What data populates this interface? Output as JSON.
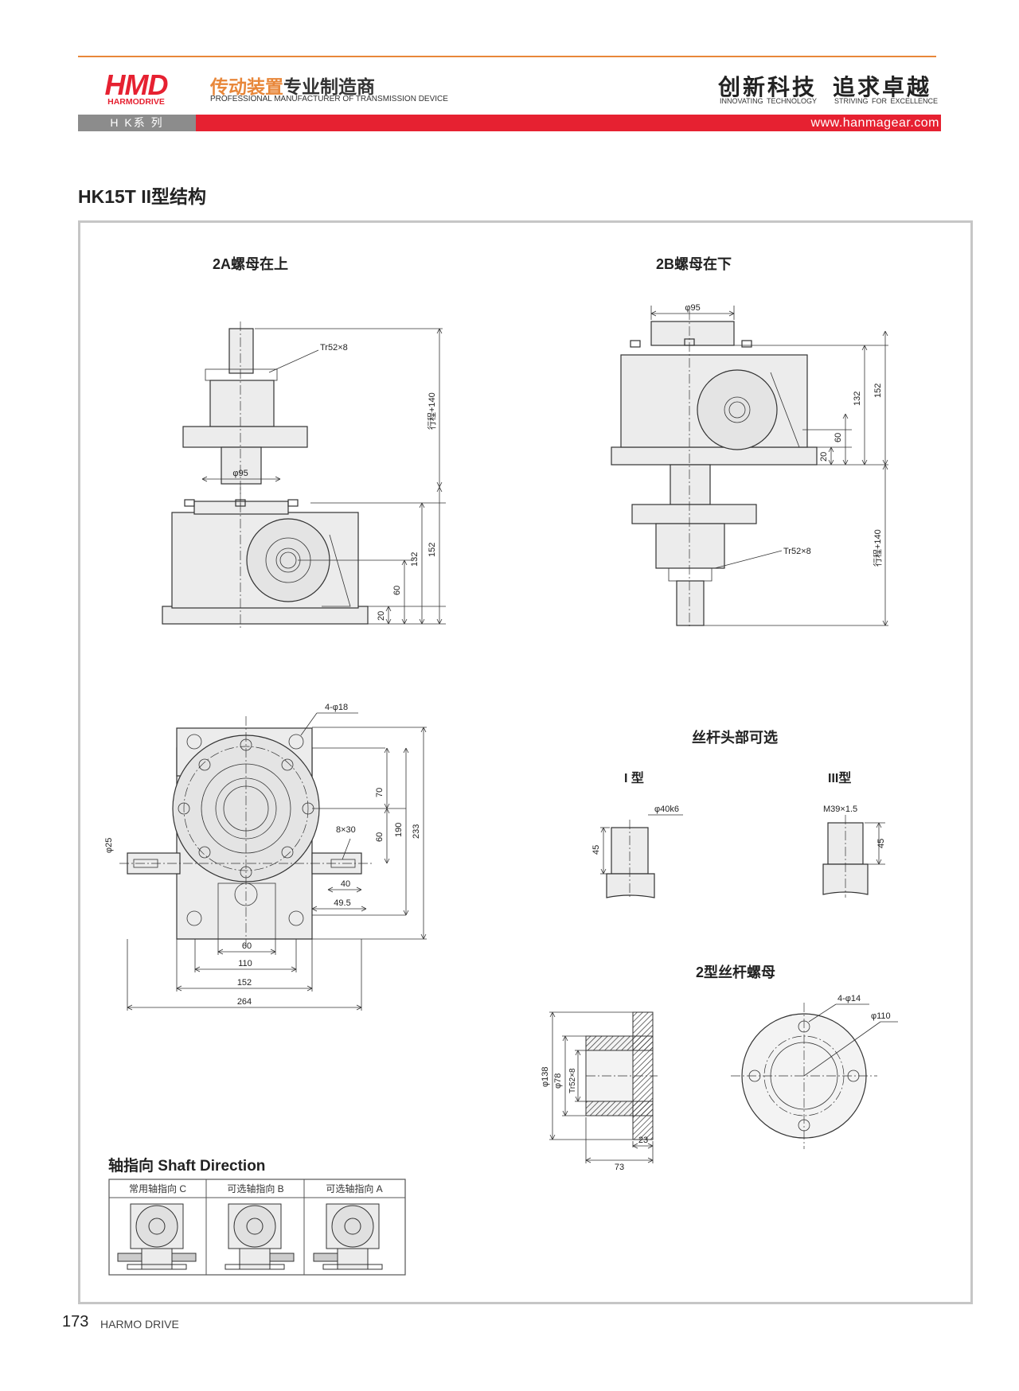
{
  "header": {
    "logo_text": "HMD",
    "logo_sub": "HARMODRIVE",
    "tagline_cn_a": "传动装置",
    "tagline_cn_b": "专业制造商",
    "tagline_en": "PROFESSIONAL MANUFACTURER OF TRANSMISSION DEVICE",
    "slogan_cn_a": "创新科技",
    "slogan_cn_b": "追求卓越",
    "slogan_en_a": "INNOVATING TECHNOLOGY",
    "slogan_en_b": "STRIVING FOR EXCELLENCE",
    "series": "H K系 列",
    "url": "www.hanmagear.com"
  },
  "page_title": "HK15T II型结构",
  "sections": {
    "nut_top": "2A螺母在上",
    "nut_bottom": "2B螺母在下",
    "screw_heads": "丝杆头部可选",
    "type_1": "I 型",
    "type_3": "III型",
    "nut_type2": "2型丝杆螺母",
    "shaft_direction": "轴指向 Shaft Direction"
  },
  "dimensions_2a": {
    "thread": "Tr52×8",
    "stroke": "行程+140",
    "dia": "φ95",
    "h132": "132",
    "h152": "152",
    "h60": "60",
    "h20": "20"
  },
  "dimensions_2b": {
    "dia": "φ95",
    "thread": "Tr52×8",
    "stroke": "行程+140",
    "h132": "132",
    "h152": "152",
    "h60": "60",
    "h20": "20"
  },
  "dimensions_top_view": {
    "holes": "4-φ18",
    "key": "8×30",
    "shaft_dia": "φ25",
    "v70": "70",
    "v60": "60",
    "v190": "190",
    "v233": "233",
    "h40": "40",
    "h49_5": "49.5",
    "h60": "60",
    "h110": "110",
    "h152": "152",
    "h264": "264"
  },
  "screw_heads": {
    "type1_dia": "φ40k6",
    "type1_len": "45",
    "type3_thread": "M39×1.5",
    "type3_len": "45"
  },
  "nut": {
    "d138": "φ138",
    "d78": "φ78",
    "thread": "Tr52×8",
    "len73": "73",
    "len23": "23",
    "holes": "4-φ14",
    "pcd": "φ110"
  },
  "shaft_direction_table": {
    "columns": [
      "常用轴指向 C",
      "可选轴指向 B",
      "可选轴指向 A"
    ]
  },
  "footer": {
    "page_number": "173",
    "brand": "HARMO DRIVE"
  }
}
